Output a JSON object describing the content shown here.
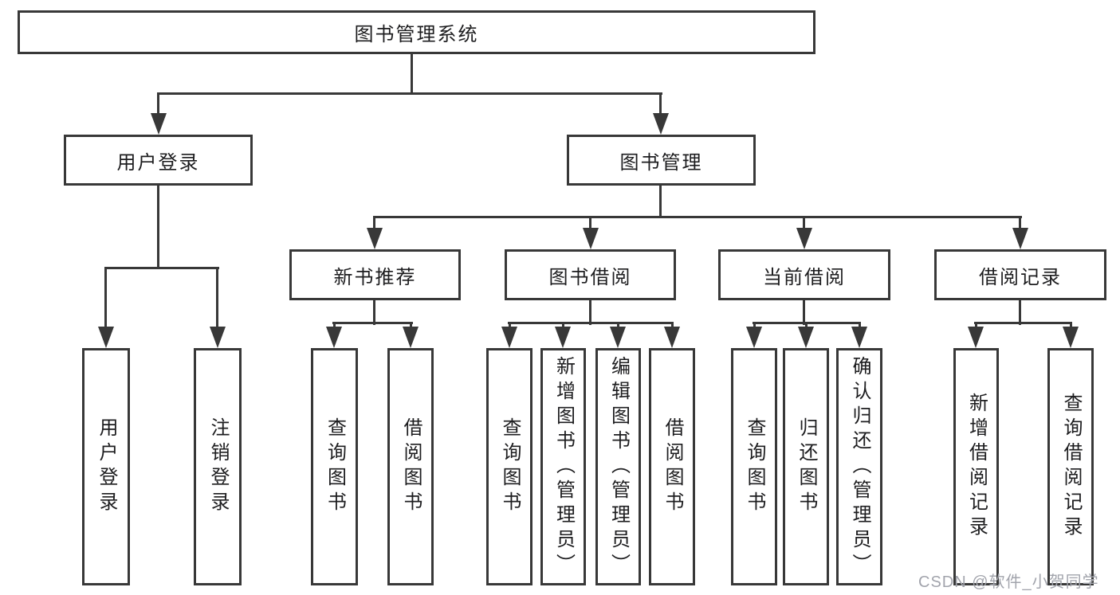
{
  "diagram": {
    "title": "图书管理系统",
    "type": "hierarchy-tree"
  },
  "nodes": {
    "root": "图书管理系统",
    "user_login": "用户登录",
    "book_mgmt": "图书管理",
    "new_book": "新书推荐",
    "book_borrow": "图书借阅",
    "current_borrow": "当前借阅",
    "borrow_record": "借阅记录"
  },
  "leaves": [
    "用户登录",
    "注销登录",
    "查询图书",
    "借阅图书",
    "查询图书",
    "新增图书（管理员）",
    "编辑图书（管理员）",
    "借阅图书",
    "查询图书",
    "归还图书",
    "确认归还（管理员）",
    "新增借阅记录",
    "查询借阅记录"
  ],
  "watermark": "CSDN @软件_小贺同学",
  "colors": {
    "line": "#383838",
    "text": "#1d1d1f",
    "background": "#ffffff",
    "watermark": "#a2a4ac"
  }
}
